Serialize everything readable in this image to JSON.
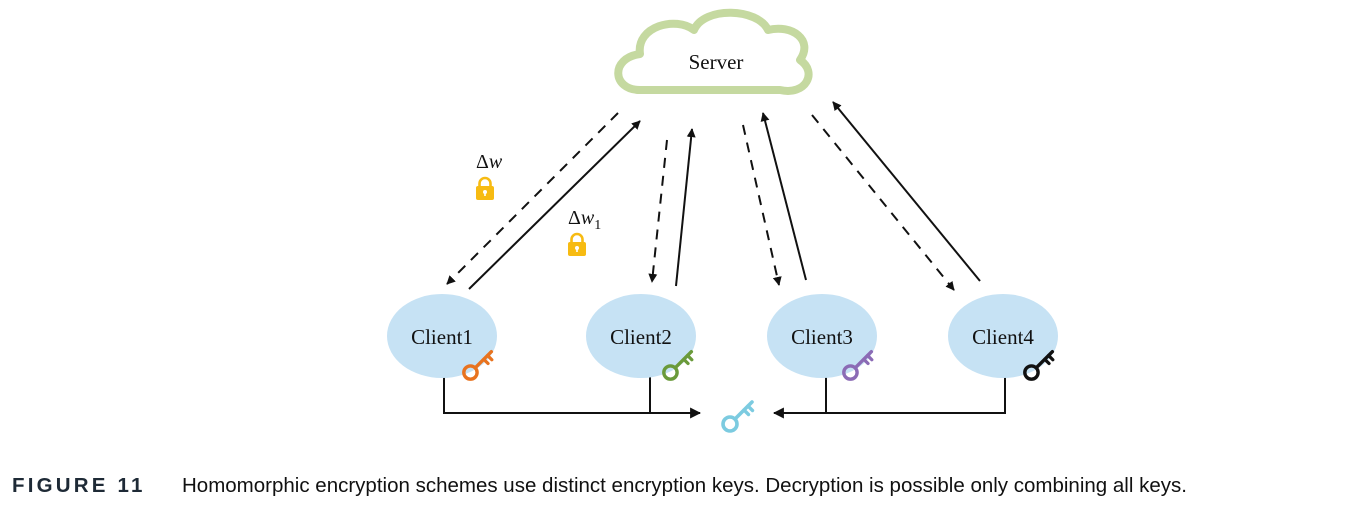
{
  "server": {
    "label": "Server"
  },
  "clients": [
    {
      "label": "Client1",
      "key_color": "#e8731f"
    },
    {
      "label": "Client2",
      "key_color": "#6a9a3a"
    },
    {
      "label": "Client3",
      "key_color": "#8b6bb5"
    },
    {
      "label": "Client4",
      "key_color": "#111111"
    }
  ],
  "annotations": {
    "delta_w": {
      "delta": "Δ",
      "var": "w",
      "sub": ""
    },
    "delta_w1": {
      "delta": "Δ",
      "var": "w",
      "sub": "1"
    }
  },
  "colors": {
    "cloud_fill": "#ffffff",
    "cloud_stroke": "#c5d9a0",
    "client_fill": "#c6e2f4",
    "lock": "#f7bb12",
    "combined_key": "#7ccbe0",
    "arrow": "#111111"
  },
  "icons": {
    "cloud": "cloud-icon",
    "lock": "lock-icon",
    "key": "key-icon"
  },
  "caption": {
    "label": "FIGURE 11",
    "text": "Homomorphic encryption schemes use distinct encryption keys. Decryption is possible only combining all keys."
  }
}
